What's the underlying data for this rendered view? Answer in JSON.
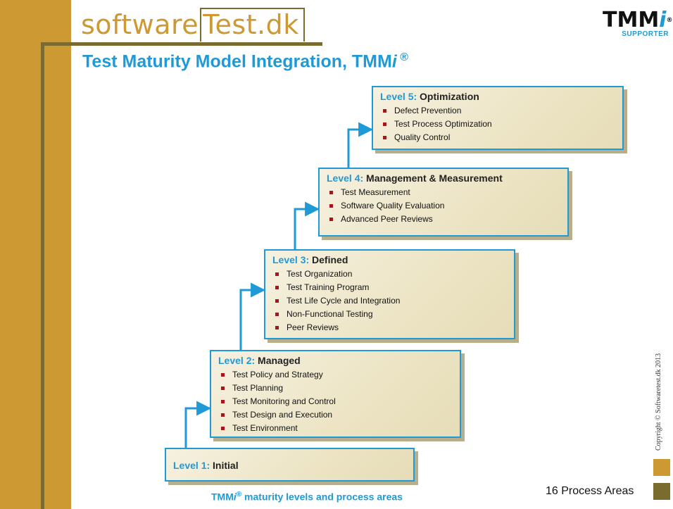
{
  "header": {
    "logo_part1": "software",
    "logo_part2": "Test.dk",
    "badge_word": "TMM",
    "badge_i": "i",
    "badge_reg": "®",
    "badge_supporter": "SUPPORTER",
    "title_main": "Test Maturity Model Integration, TMM",
    "title_i": "i",
    "title_reg": " ®"
  },
  "levels": [
    {
      "prefix": "Level 1:",
      "name": "Initial",
      "items": []
    },
    {
      "prefix": "Level 2:",
      "name": "Managed",
      "items": [
        "Test Policy and Strategy",
        "Test Planning",
        "Test Monitoring and Control",
        "Test Design and Execution",
        "Test Environment"
      ]
    },
    {
      "prefix": "Level 3:",
      "name": "Defined",
      "items": [
        "Test Organization",
        "Test Training Program",
        "Test Life Cycle and Integration",
        "Non-Functional Testing",
        "Peer Reviews"
      ]
    },
    {
      "prefix": "Level 4:",
      "name": "Management & Measurement",
      "items": [
        "Test Measurement",
        "Software Quality Evaluation",
        "Advanced Peer Reviews"
      ]
    },
    {
      "prefix": "Level 5:",
      "name": "Optimization",
      "items": [
        "Defect Prevention",
        "Test Process Optimization",
        "Quality Control"
      ]
    }
  ],
  "footer": {
    "caption_main": "TMM",
    "caption_i": "i",
    "caption_reg": "®",
    "caption_rest": " maturity levels and process areas",
    "process_count": "16 Process Areas",
    "copyright": "Copyright © Softwaretest.dk 2013"
  },
  "colors": {
    "accent_blue": "#1f9ad6",
    "gold": "#cc9933",
    "olive": "#7a6b2f",
    "bullet_red": "#a4161a"
  }
}
